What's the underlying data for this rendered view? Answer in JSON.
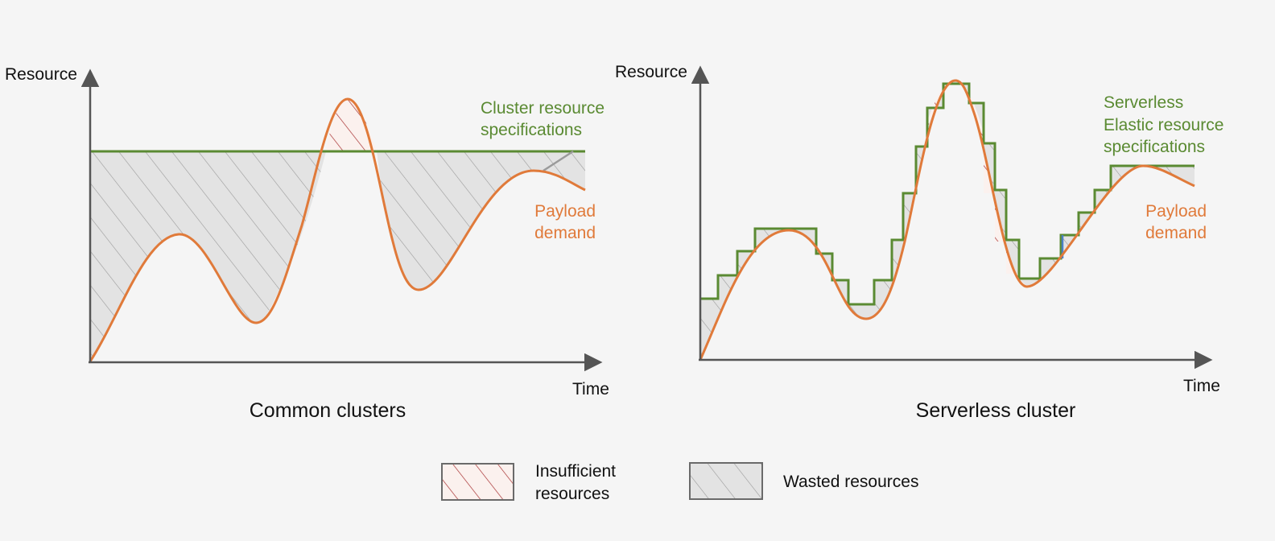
{
  "colors": {
    "capacity_line": "#5a8a32",
    "demand_curve": "#e07a3a",
    "waste_fill": "#e3e3e3",
    "waste_hatch": "#9a9a9a",
    "insufficient_fill": "#fbf1ee",
    "insufficient_hatch": "#a83232",
    "axis": "#555555",
    "background": "#f5f5f5"
  },
  "left_panel": {
    "y_axis_label": "Resource",
    "x_axis_label": "Time",
    "title": "Common clusters",
    "capacity_label_line1": "Cluster resource",
    "capacity_label_line2": "specifications",
    "demand_label_line1": "Payload",
    "demand_label_line2": "demand"
  },
  "right_panel": {
    "y_axis_label": "Resource",
    "x_axis_label": "Time",
    "title": "Serverless cluster",
    "capacity_label_line1": "Serverless",
    "capacity_label_line2": "Elastic resource",
    "capacity_label_line3": "specifications",
    "demand_label_line1": "Payload",
    "demand_label_line2": "demand"
  },
  "legend": {
    "insufficient_line1": "Insufficient",
    "insufficient_line2": "resources",
    "wasted": "Wasted resources"
  }
}
